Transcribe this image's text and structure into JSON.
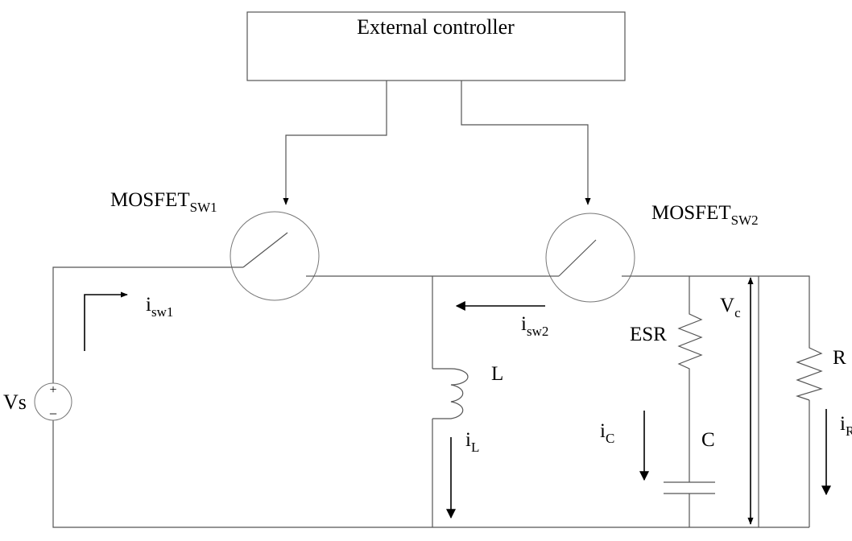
{
  "controller": {
    "label": "External controller"
  },
  "switches": {
    "sw1": {
      "base": "MOSFET",
      "sub": "SW1"
    },
    "sw2": {
      "base": "MOSFET",
      "sub": "SW2"
    }
  },
  "source": {
    "label": "Vs",
    "plus": "+",
    "minus": "−"
  },
  "components": {
    "inductor": "L",
    "esr": "ESR",
    "capacitor": "C",
    "load": "R"
  },
  "voltage": {
    "base": "V",
    "sub": "c"
  },
  "currents": {
    "isw1": {
      "base": "i",
      "sub": "sw1"
    },
    "isw2": {
      "base": "i",
      "sub": "sw2"
    },
    "iL": {
      "base": "i",
      "sub": "L"
    },
    "iC": {
      "base": "i",
      "sub": "C"
    },
    "iR": {
      "base": "i",
      "sub": "R"
    }
  },
  "colors": {
    "wire": "#555555",
    "arrow": "#000000",
    "text": "#000000"
  }
}
